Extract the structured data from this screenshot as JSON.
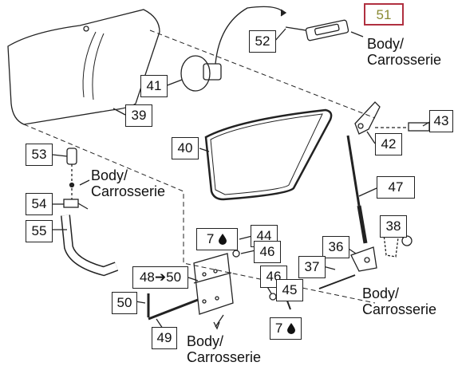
{
  "callouts": {
    "c51": "51",
    "c52": "52",
    "c41": "41",
    "c39": "39",
    "c40": "40",
    "c42": "42",
    "c43": "43",
    "c53": "53",
    "c54": "54",
    "c55": "55",
    "c47": "47",
    "c38": "38",
    "c36": "36",
    "c37": "37",
    "c44": "44",
    "c46a": "46",
    "c46b": "46",
    "c45": "45",
    "c48_50": "48➔50",
    "c50": "50",
    "c49": "49"
  },
  "qty": {
    "q7a": "7",
    "q7b": "7"
  },
  "labels": {
    "body1": "Body/",
    "carr1": "Carrosserie",
    "body2": "Body/",
    "carr2": "Carrosserie",
    "body3": "Body/",
    "carr3": "Carrosserie",
    "body4": "Body/",
    "carr4": "Carrosserie"
  },
  "colors": {
    "highlight_border": "#b03040",
    "highlight_text": "#8a8a33",
    "line": "#222222"
  },
  "icons": [
    "drop-icon"
  ]
}
